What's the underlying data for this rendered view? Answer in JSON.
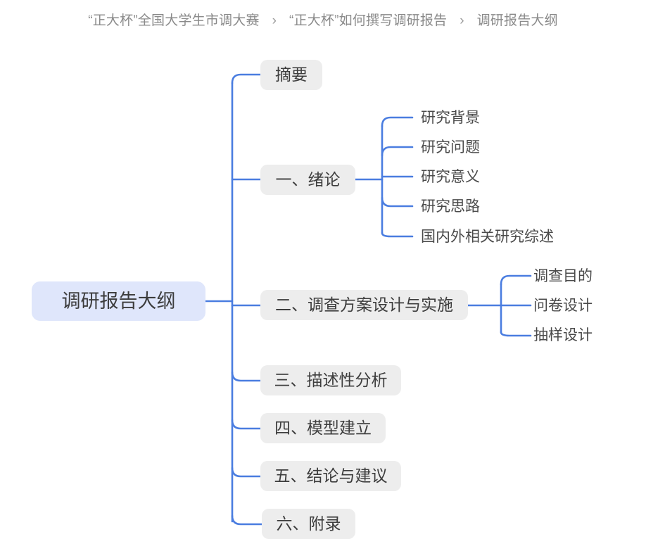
{
  "breadcrumb": {
    "separator": "›",
    "items": [
      {
        "label": "“正大杯”全国大学生市调大赛"
      },
      {
        "label": "“正大杯”如何撰写调研报告"
      },
      {
        "label": "调研报告大纲"
      }
    ]
  },
  "colors": {
    "connector": "#4a7de0",
    "root_background": "#dfe6fb",
    "node_background": "#ededed",
    "root_text": "#3c3c3c",
    "node_text": "#3d3d3d",
    "leaf_text": "#4a4a4a",
    "breadcrumb_text": "#8a8a8a",
    "page_background": "#ffffff"
  },
  "mindmap": {
    "root": {
      "label": "调研报告大纲"
    },
    "branches": [
      {
        "label": "摘要",
        "children": []
      },
      {
        "label": "一、绪论",
        "children": [
          {
            "label": "研究背景"
          },
          {
            "label": "研究问题"
          },
          {
            "label": "研究意义"
          },
          {
            "label": "研究思路"
          },
          {
            "label": "国内外相关研究综述"
          }
        ]
      },
      {
        "label": "二、调查方案设计与实施",
        "children": [
          {
            "label": "调查目的"
          },
          {
            "label": "问卷设计"
          },
          {
            "label": "抽样设计"
          }
        ]
      },
      {
        "label": "三、描述性分析",
        "children": []
      },
      {
        "label": "四、模型建立",
        "children": []
      },
      {
        "label": "五、结论与建议",
        "children": []
      },
      {
        "label": "六、附录",
        "children": []
      }
    ]
  }
}
